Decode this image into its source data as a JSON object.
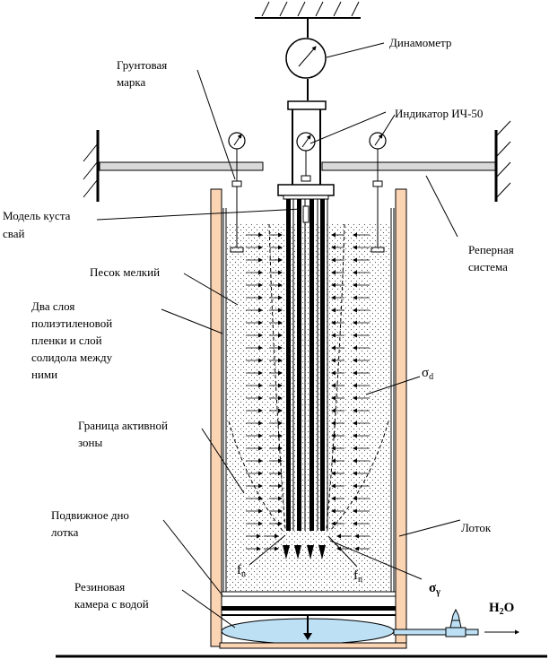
{
  "labels": {
    "dynamometer": "Динамометр",
    "ground_mark_line1": "Грунтовая",
    "ground_mark_line2": "марка",
    "indicator": "Индикатор ИЧ-50",
    "pile_model_line1": "Модель куста",
    "pile_model_line2": "свай",
    "reference_line1": "Реперная",
    "reference_line2": "система",
    "sand": "Песок мелкий",
    "film_line1": "Два слоя",
    "film_line2": "полиэтиленовой",
    "film_line3": "пленки и слой",
    "film_line4": "солидола между",
    "film_line5": "ними",
    "sigma_d_base": "σ",
    "sigma_d_sub": "d",
    "active_zone_line1": "Граница активной",
    "active_zone_line2": "зоны",
    "tray": "Лоток",
    "movable_bottom_line1": "Подвижное дно",
    "movable_bottom_line2": "лотка",
    "fn_left_base": "f",
    "fn_left_sub": "n",
    "fn_right_base": "f",
    "fn_right_sub": "n",
    "sigma_gamma_base": "σ",
    "sigma_gamma_sub": "γ",
    "rubber_line1": "Резиновая",
    "rubber_line2": "камера с водой",
    "water_base": "H",
    "water_sub": "2",
    "water_end": "O"
  },
  "colors": {
    "wall": "#fbd4b4",
    "beam": "#d9d9d9",
    "water": "#bde0f5",
    "sand_dot": "#555555"
  }
}
